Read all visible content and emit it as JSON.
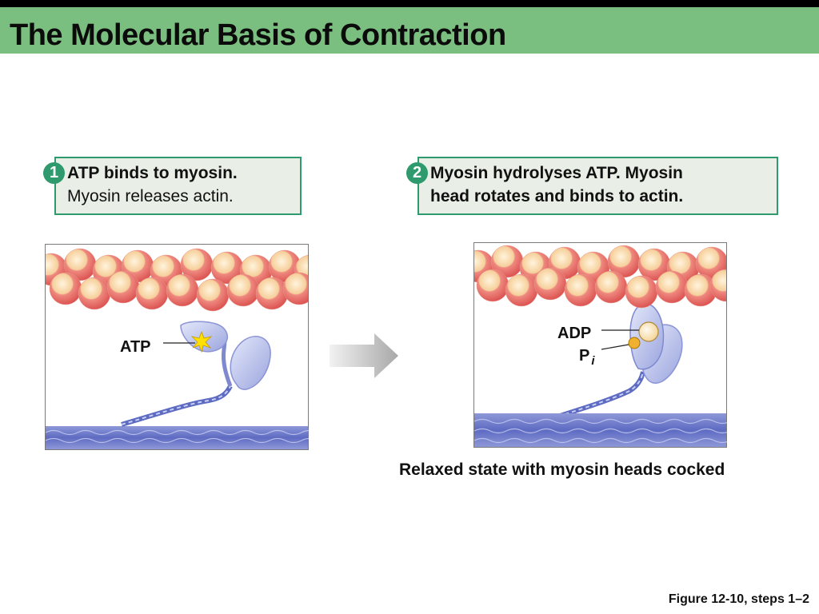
{
  "title": "The Molecular Basis of Contraction",
  "steps": [
    {
      "number": "1",
      "line1": "ATP binds to myosin.",
      "line2": "Myosin releases actin.",
      "labels": [
        "ATP"
      ]
    },
    {
      "number": "2",
      "line1": "Myosin hydrolyses ATP. Myosin",
      "line2": "head rotates and binds to actin.",
      "labels": [
        "ADP",
        "P",
        "i"
      ]
    }
  ],
  "caption": "Relaxed state with myosin heads cocked",
  "figure_ref": "Figure 12-10, steps 1–2",
  "colors": {
    "title_bar": "#7abf7f",
    "step_badge": "#2f9a6d",
    "actin_red": "#e06060",
    "actin_tan": "#f6cf9b",
    "myosin": "#aab3e6",
    "thick_filament": "#6a78c8"
  }
}
